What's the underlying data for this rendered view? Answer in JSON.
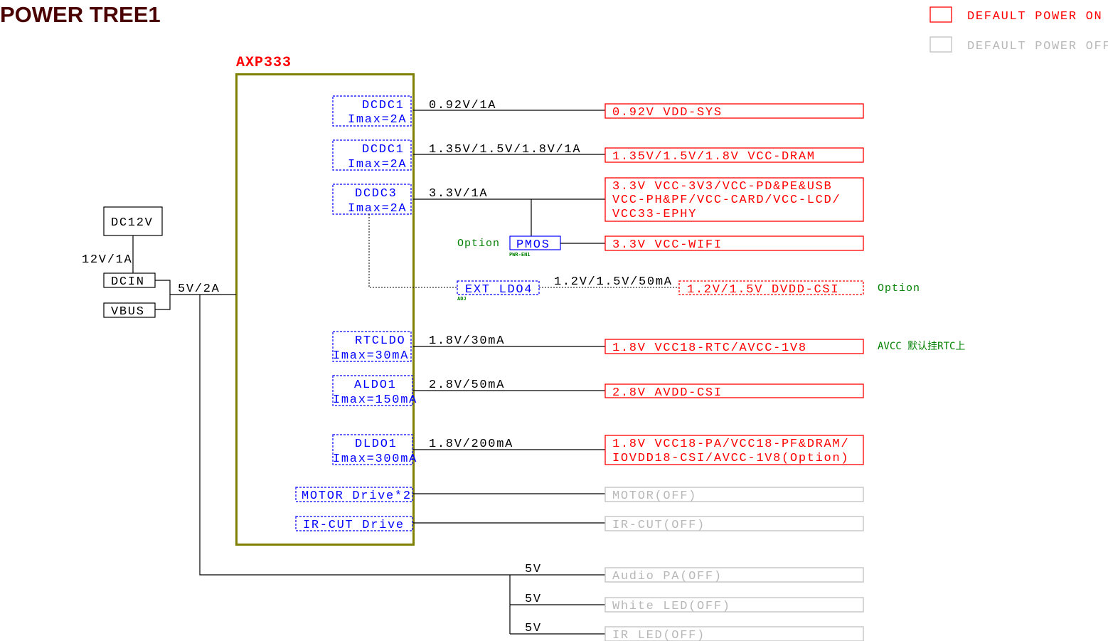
{
  "title": "POWER TREE1",
  "legend": {
    "on": "DEFAULT POWER ON",
    "off": "DEFAULT POWER OFF",
    "on_color": "#ff0000",
    "off_color": "#c0c0c0"
  },
  "pmic": {
    "name": "AXP333",
    "border_color": "#808000"
  },
  "inputs": {
    "dc12v": "DC12V",
    "dc12v_rating": "12V/1A",
    "dcin": "DCIN",
    "vbus": "VBUS",
    "bus_rating": "5V/2A"
  },
  "regulators": [
    {
      "name": "DCDC1",
      "imax": "Imax=2A",
      "rail": "0.92V/1A",
      "load": [
        "0.92V VDD-SYS"
      ]
    },
    {
      "name": "DCDC1",
      "imax": "Imax=2A",
      "rail": "1.35V/1.5V/1.8V/1A",
      "load": [
        "1.35V/1.5V/1.8V VCC-DRAM"
      ]
    },
    {
      "name": "DCDC3",
      "imax": "Imax=2A",
      "rail": "3.3V/1A",
      "load": [
        "3.3V VCC-3V3/VCC-PD&PE&USB",
        "VCC-PH&PF/VCC-CARD/VCC-LCD/",
        "VCC33-EPHY"
      ]
    },
    {
      "name": "RTCLDO",
      "imax": "Imax=30mA",
      "rail": "1.8V/30mA",
      "load": [
        "1.8V VCC18-RTC/AVCC-1V8"
      ]
    },
    {
      "name": "ALDO1",
      "imax": "Imax=150mA",
      "rail": "2.8V/50mA",
      "load": [
        "2.8V AVDD-CSI"
      ]
    },
    {
      "name": "DLDO1",
      "imax": "Imax=300mA",
      "rail": "1.8V/200mA",
      "load": [
        "1.8V VCC18-PA/VCC18-PF&DRAM/",
        "IOVDD18-CSI/AVCC-1V8(Option)"
      ]
    }
  ],
  "pmos": {
    "label": "PMOS",
    "enable": "PWR-EN1",
    "option": "Option",
    "load": "3.3V VCC-WIFI"
  },
  "ext_ldo": {
    "label": "EXT LDO4",
    "adj": "ADJ",
    "rail": "1.2V/1.5V/50mA",
    "load": "1.2V/1.5V DVDD-CSI",
    "option": "Option"
  },
  "rtc_note": "AVCC 默认挂RTC上",
  "drivers": [
    {
      "name": "MOTOR Drive*2",
      "load": "MOTOR(OFF)"
    },
    {
      "name": "IR-CUT Drive",
      "load": "IR-CUT(OFF)"
    }
  ],
  "five_volt": [
    {
      "rail": "5V",
      "load": "Audio PA(OFF)"
    },
    {
      "rail": "5V",
      "load": "White LED(OFF)"
    },
    {
      "rail": "5V",
      "load": "IR LED(OFF)"
    }
  ]
}
